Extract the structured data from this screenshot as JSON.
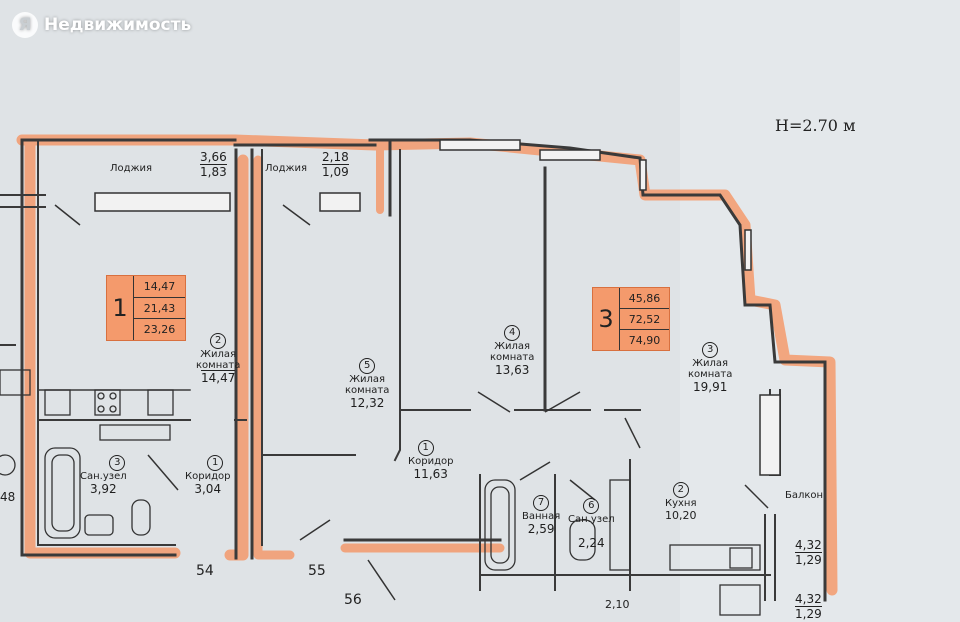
{
  "watermark": {
    "text": "Недвижимость",
    "logo_letter": "Я"
  },
  "ceiling_height": "H=2.70 м",
  "apartments": [
    {
      "number": "1",
      "areas": [
        "14,47",
        "21,43",
        "23,26"
      ]
    },
    {
      "number": "3",
      "areas": [
        "45,86",
        "72,52",
        "74,90"
      ]
    }
  ],
  "loggias": [
    {
      "label": "Лоджия",
      "area_top": "3,66",
      "area_bottom": "1,83"
    },
    {
      "label": "Лоджия",
      "area_top": "2,18",
      "area_bottom": "1,09"
    }
  ],
  "rooms": [
    {
      "id": "a1-living",
      "index": "2",
      "name_line1": "Жилая",
      "name_line2": "комната",
      "area": "14,47"
    },
    {
      "id": "a1-bath",
      "index": "3",
      "name_line1": "Сан.узел",
      "name_line2": "",
      "area": "3,92"
    },
    {
      "id": "a1-corridor",
      "index": "1",
      "name_line1": "Коридор",
      "name_line2": "",
      "area": "3,04"
    },
    {
      "id": "a2-living",
      "index": "5",
      "name_line1": "Жилая",
      "name_line2": "комната",
      "area": "12,32"
    },
    {
      "id": "a3-corridor",
      "index": "1",
      "name_line1": "Коридор",
      "name_line2": "",
      "area": "11,63"
    },
    {
      "id": "a3-living4",
      "index": "4",
      "name_line1": "Жилая",
      "name_line2": "комната",
      "area": "13,63"
    },
    {
      "id": "a3-living3",
      "index": "3",
      "name_line1": "Жилая",
      "name_line2": "комната",
      "area": "19,91"
    },
    {
      "id": "a3-bath",
      "index": "7",
      "name_line1": "Ванная",
      "name_line2": "",
      "area": "2,59"
    },
    {
      "id": "a3-wc",
      "index": "6",
      "name_line1": "Сан.узел",
      "name_line2": "",
      "area": "2,24"
    },
    {
      "id": "a3-kitchen",
      "index": "2",
      "name_line1": "Кухня",
      "name_line2": "",
      "area": "10,20"
    }
  ],
  "balcony": {
    "label": "Балкон",
    "area_top": "4,32",
    "area_bottom": "1,29"
  },
  "balcony_lower": {
    "area_top": "4,32",
    "area_bottom": "1,29"
  },
  "partial": {
    "left_area": "48",
    "lower_area": "2,10"
  },
  "section_numbers": [
    "54",
    "55",
    "56"
  ],
  "colors": {
    "highlight": "#f49a6c",
    "wall": "#3a3a3a",
    "paper": "#dfe3e6"
  }
}
